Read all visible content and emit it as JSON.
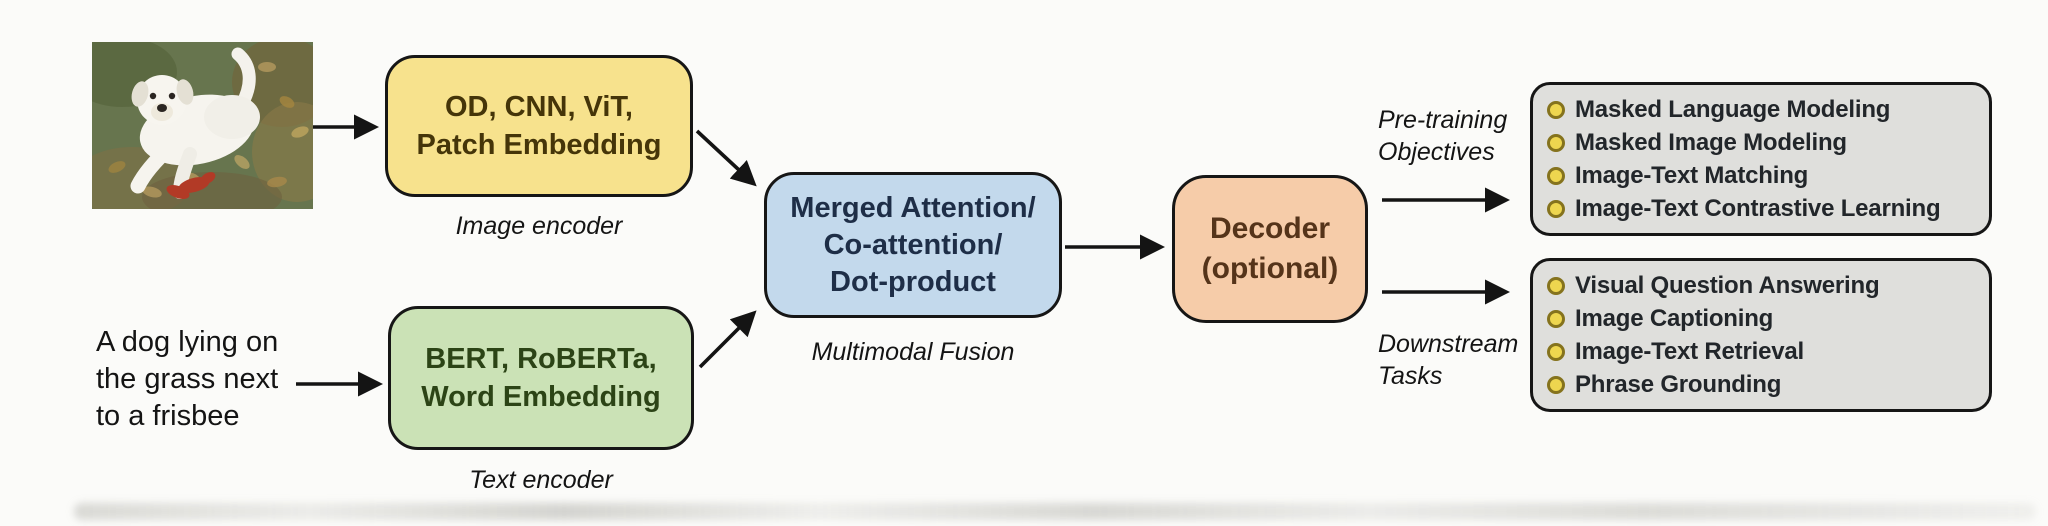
{
  "colors": {
    "background": "#fbfbf9",
    "image_encoder_fill": "#f7e28d",
    "text_encoder_fill": "#cbe2b6",
    "fusion_fill": "#c3d9ec",
    "decoder_fill": "#f6cca9",
    "list_box_fill": "#dfdfdc",
    "bullet_fill": "#eed64f",
    "bullet_border": "#85731d",
    "outline": "#161616"
  },
  "input_image": {
    "alt": "White dog lying on grass with autumn leaves and a red frisbee toy"
  },
  "input_text": {
    "lines": [
      "A dog lying on",
      "the grass next",
      "to a frisbee"
    ]
  },
  "image_encoder": {
    "lines": [
      "OD, CNN, ViT,",
      "Patch Embedding"
    ],
    "label": "Image encoder"
  },
  "text_encoder": {
    "lines": [
      "BERT, RoBERTa,",
      "Word Embedding"
    ],
    "label": "Text encoder"
  },
  "fusion": {
    "lines": [
      "Merged Attention/",
      "Co-attention/",
      "Dot-product"
    ],
    "label": "Multimodal Fusion"
  },
  "decoder": {
    "lines": [
      "Decoder",
      "(optional)"
    ]
  },
  "pretraining": {
    "label_lines": [
      "Pre-training",
      "Objectives"
    ],
    "items": [
      "Masked Language Modeling",
      "Masked Image Modeling",
      "Image-Text Matching",
      "Image-Text Contrastive Learning"
    ]
  },
  "downstream": {
    "label_lines": [
      "Downstream",
      "Tasks"
    ],
    "items": [
      "Visual Question Answering",
      "Image Captioning",
      "Image-Text Retrieval",
      "Phrase Grounding"
    ]
  }
}
